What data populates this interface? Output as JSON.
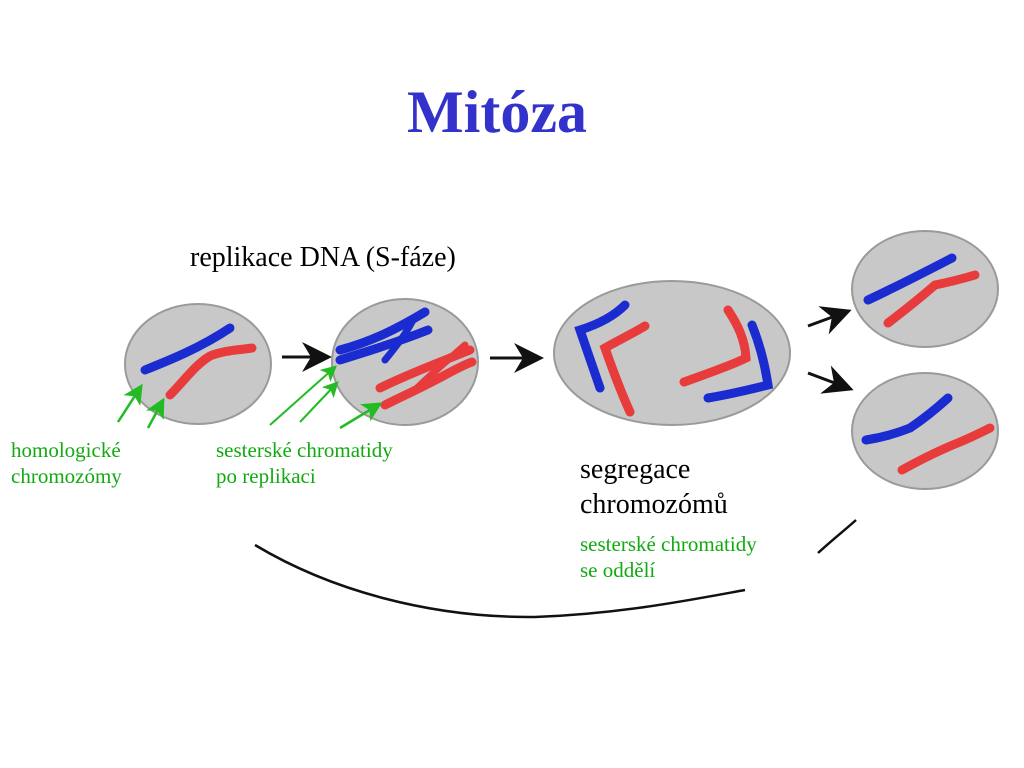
{
  "title": "Mitóza",
  "labels": {
    "replication": "replikace DNA (S-fáze)",
    "homologous": [
      "homologické",
      "chromozómy"
    ],
    "sister_chromatids": [
      "sesterské chromatidy",
      "po replikaci"
    ],
    "segregation": [
      "segregace",
      "chromozómů"
    ],
    "sisters_separate": [
      "sesterské chromatidy",
      "se oddělí"
    ]
  },
  "colors": {
    "title": "#3333cc",
    "cell_fill": "#c8c8c8",
    "cell_stroke": "#9a9a9a",
    "chromosome_blue": "#1a2bd0",
    "chromosome_red": "#e83c3c",
    "pointer_green": "#22bb22",
    "annotation_green": "#11aa11",
    "arrow": "#111111",
    "cycle_line": "#111111"
  },
  "icons": {
    "stage_arrow": "arrow-right-icon",
    "pointer": "green-arrow-icon"
  }
}
